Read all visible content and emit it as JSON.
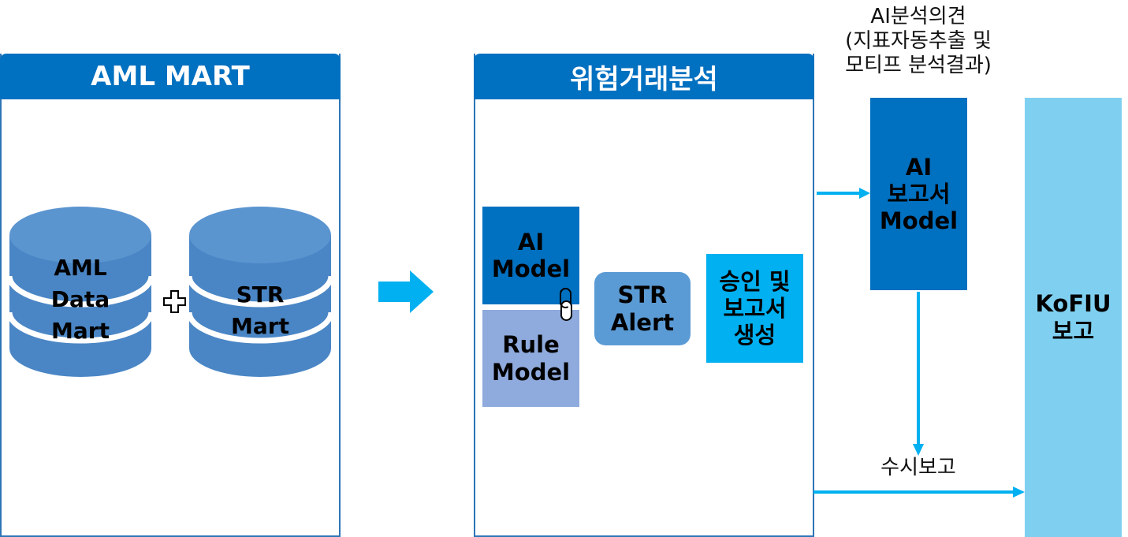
{
  "aml_mart": {
    "title": "AML MART",
    "data_mart": [
      "AML",
      "Data",
      "Mart"
    ],
    "str_mart": [
      "STR",
      "Mart"
    ]
  },
  "risk_analysis": {
    "title": "위험거래분석",
    "ai_model": [
      "AI",
      "Model"
    ],
    "rule_model": [
      "Rule",
      "Model"
    ],
    "str_alert": [
      "STR",
      "Alert"
    ],
    "approval": [
      "승인 및",
      "보고서",
      "생성"
    ]
  },
  "ai_opinion": {
    "caption": [
      "AI분석의견",
      "(지표자동추출 및",
      "모티프 분석결과)"
    ],
    "report_model": [
      "AI",
      "보고서",
      "Model"
    ]
  },
  "ad_hoc_report": "수시보고",
  "kofiu": [
    "KoFIU",
    "보고"
  ],
  "colors": {
    "header": "#0070c0",
    "cylinder": "#4a86c5",
    "rule_model": "#8faadc",
    "str_alert": "#5b9bd5",
    "approval": "#00b0f0",
    "kofiu": "#7fd0f0",
    "arrow": "#00b0f0"
  }
}
